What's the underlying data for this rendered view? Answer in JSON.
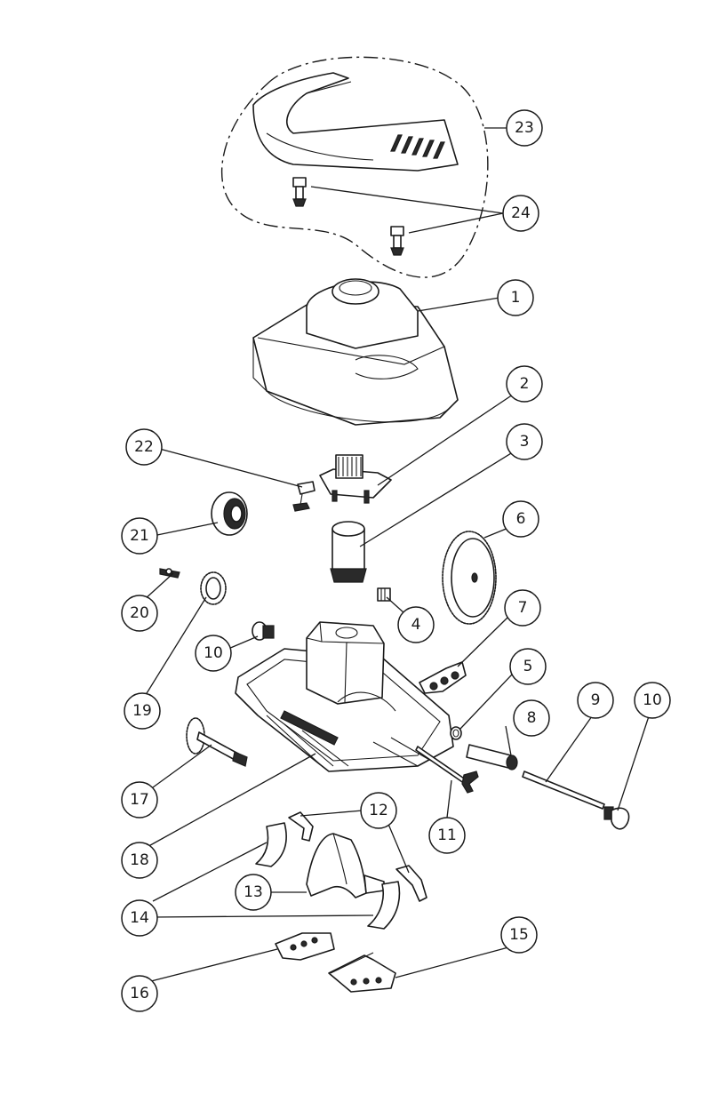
{
  "callouts": [
    {
      "id": "c23",
      "label": "23"
    },
    {
      "id": "c24",
      "label": "24"
    },
    {
      "id": "c1",
      "label": "1"
    },
    {
      "id": "c2",
      "label": "2"
    },
    {
      "id": "c22",
      "label": "22"
    },
    {
      "id": "c3",
      "label": "3"
    },
    {
      "id": "c21",
      "label": "21"
    },
    {
      "id": "c6",
      "label": "6"
    },
    {
      "id": "c20",
      "label": "20"
    },
    {
      "id": "c4",
      "label": "4"
    },
    {
      "id": "c7",
      "label": "7"
    },
    {
      "id": "c10a",
      "label": "10"
    },
    {
      "id": "c5",
      "label": "5"
    },
    {
      "id": "c19",
      "label": "19"
    },
    {
      "id": "c8",
      "label": "8"
    },
    {
      "id": "c9",
      "label": "9"
    },
    {
      "id": "c10b",
      "label": "10"
    },
    {
      "id": "c17",
      "label": "17"
    },
    {
      "id": "c11",
      "label": "11"
    },
    {
      "id": "c18",
      "label": "18"
    },
    {
      "id": "c12",
      "label": "12"
    },
    {
      "id": "c13",
      "label": "13"
    },
    {
      "id": "c14",
      "label": "14"
    },
    {
      "id": "c15",
      "label": "15"
    },
    {
      "id": "c16",
      "label": "16"
    }
  ]
}
